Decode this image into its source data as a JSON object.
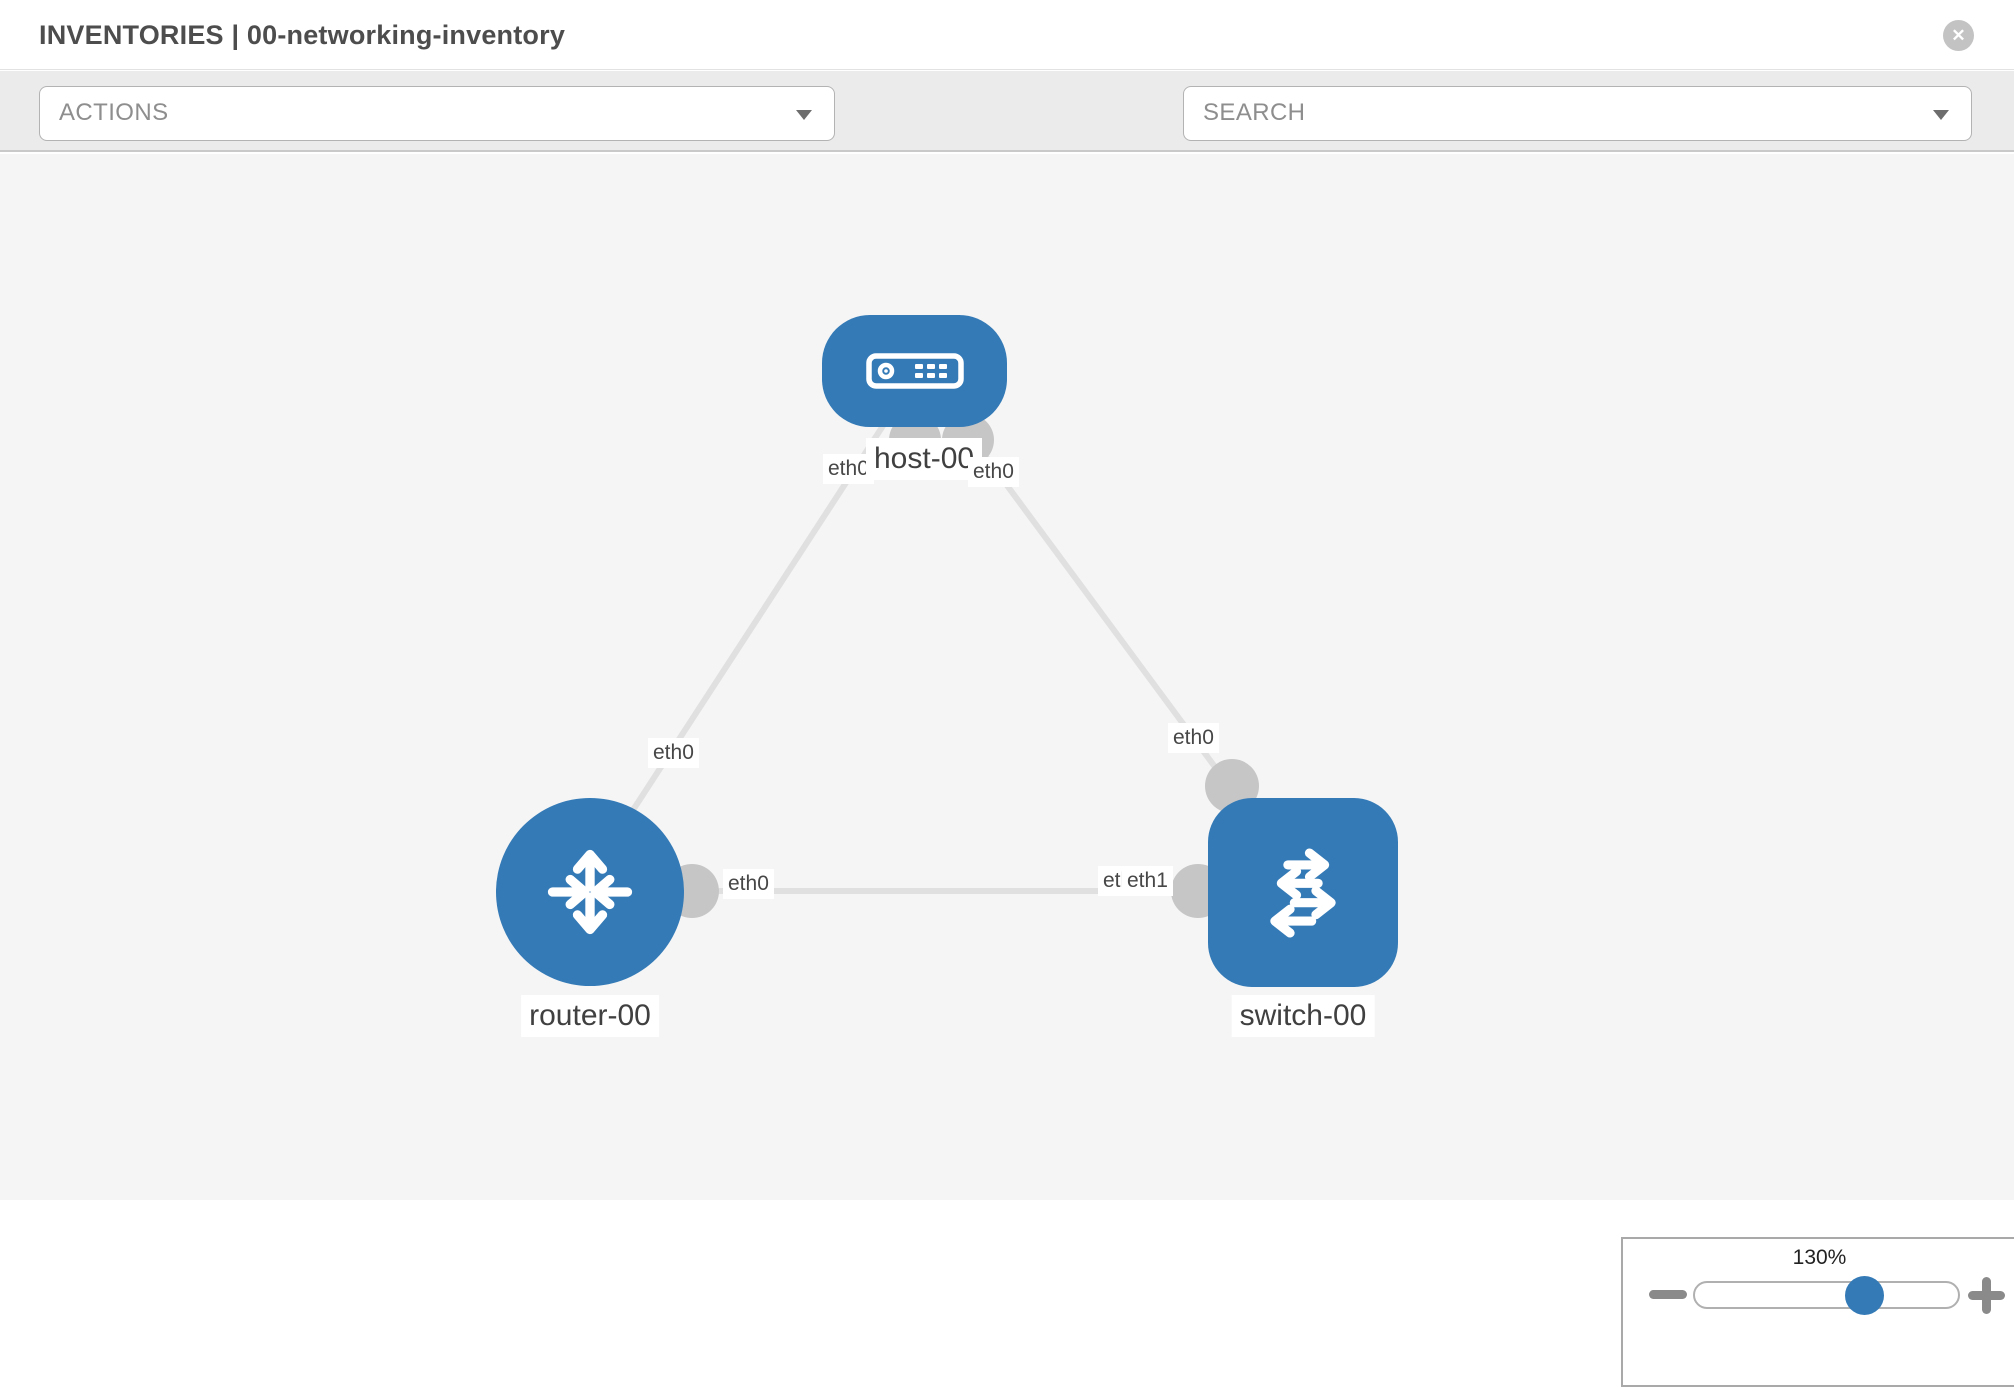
{
  "header": {
    "title": "INVENTORIES | 00-networking-inventory",
    "close_glyph": "✕"
  },
  "toolbar": {
    "actions_label": "ACTIONS",
    "search_label": "SEARCH",
    "icons": [
      "wrench-icon",
      "key-icon"
    ]
  },
  "topology": {
    "nodes": [
      {
        "id": "host-00",
        "type": "host",
        "label": "host-00"
      },
      {
        "id": "router-00",
        "type": "router",
        "label": "router-00"
      },
      {
        "id": "switch-00",
        "type": "switch",
        "label": "switch-00"
      }
    ],
    "links": [
      {
        "from": "host-00",
        "to": "router-00",
        "from_if": "eth0",
        "to_if": "eth0"
      },
      {
        "from": "host-00",
        "to": "switch-00",
        "from_if": "eth0",
        "to_if": "eth0"
      },
      {
        "from": "router-00",
        "to": "switch-00",
        "from_if": "eth0",
        "to_if": "eth1",
        "to_if_under": "eth1"
      }
    ]
  },
  "zoom_widget": {
    "level": "130%",
    "icons": [
      "minus-icon",
      "plus-icon"
    ]
  },
  "colors": {
    "node_blue": "#337ab7",
    "edge_gray": "#e0e0e0",
    "port_gray": "#c6c6c6",
    "canvas_bg": "#f5f5f5",
    "toolbar_bg": "#ebebeb"
  }
}
